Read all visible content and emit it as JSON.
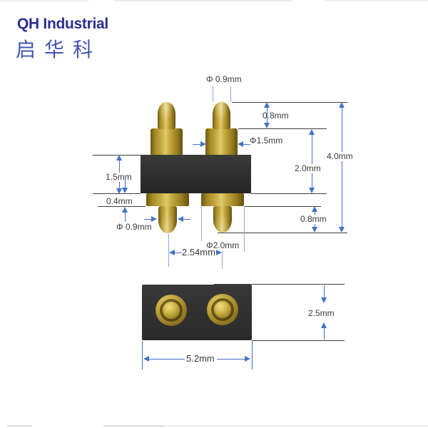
{
  "brand": {
    "name": "QH Industrial",
    "chinese": "启华科"
  },
  "side": {
    "tip_top": "Φ 0.9mm",
    "travel_top": "0.8mm",
    "barrel": "Φ1.5mm",
    "total_height": "4.0mm",
    "upper_height": "2.0mm",
    "housing_height": "1.5mm",
    "collar_height": "0.4mm",
    "tip_bottom": "Φ 0.9mm",
    "plunger": "Φ2.0mm",
    "pitch": "2.54mm",
    "travel_bottom": "0.8mm"
  },
  "bottom": {
    "depth": "2.5mm",
    "width": "5.2mm"
  },
  "colors": {
    "brand_blue": "#2a2e8f",
    "chinese_blue": "#4356ae",
    "dim_blue": "#4472c4",
    "ext_blue": "#8fa8d8",
    "line_dark": "#3f3f3f",
    "text_dark": "#3a3a3a",
    "housing_black": "#313131",
    "pin_gold": "#c2a63c"
  }
}
